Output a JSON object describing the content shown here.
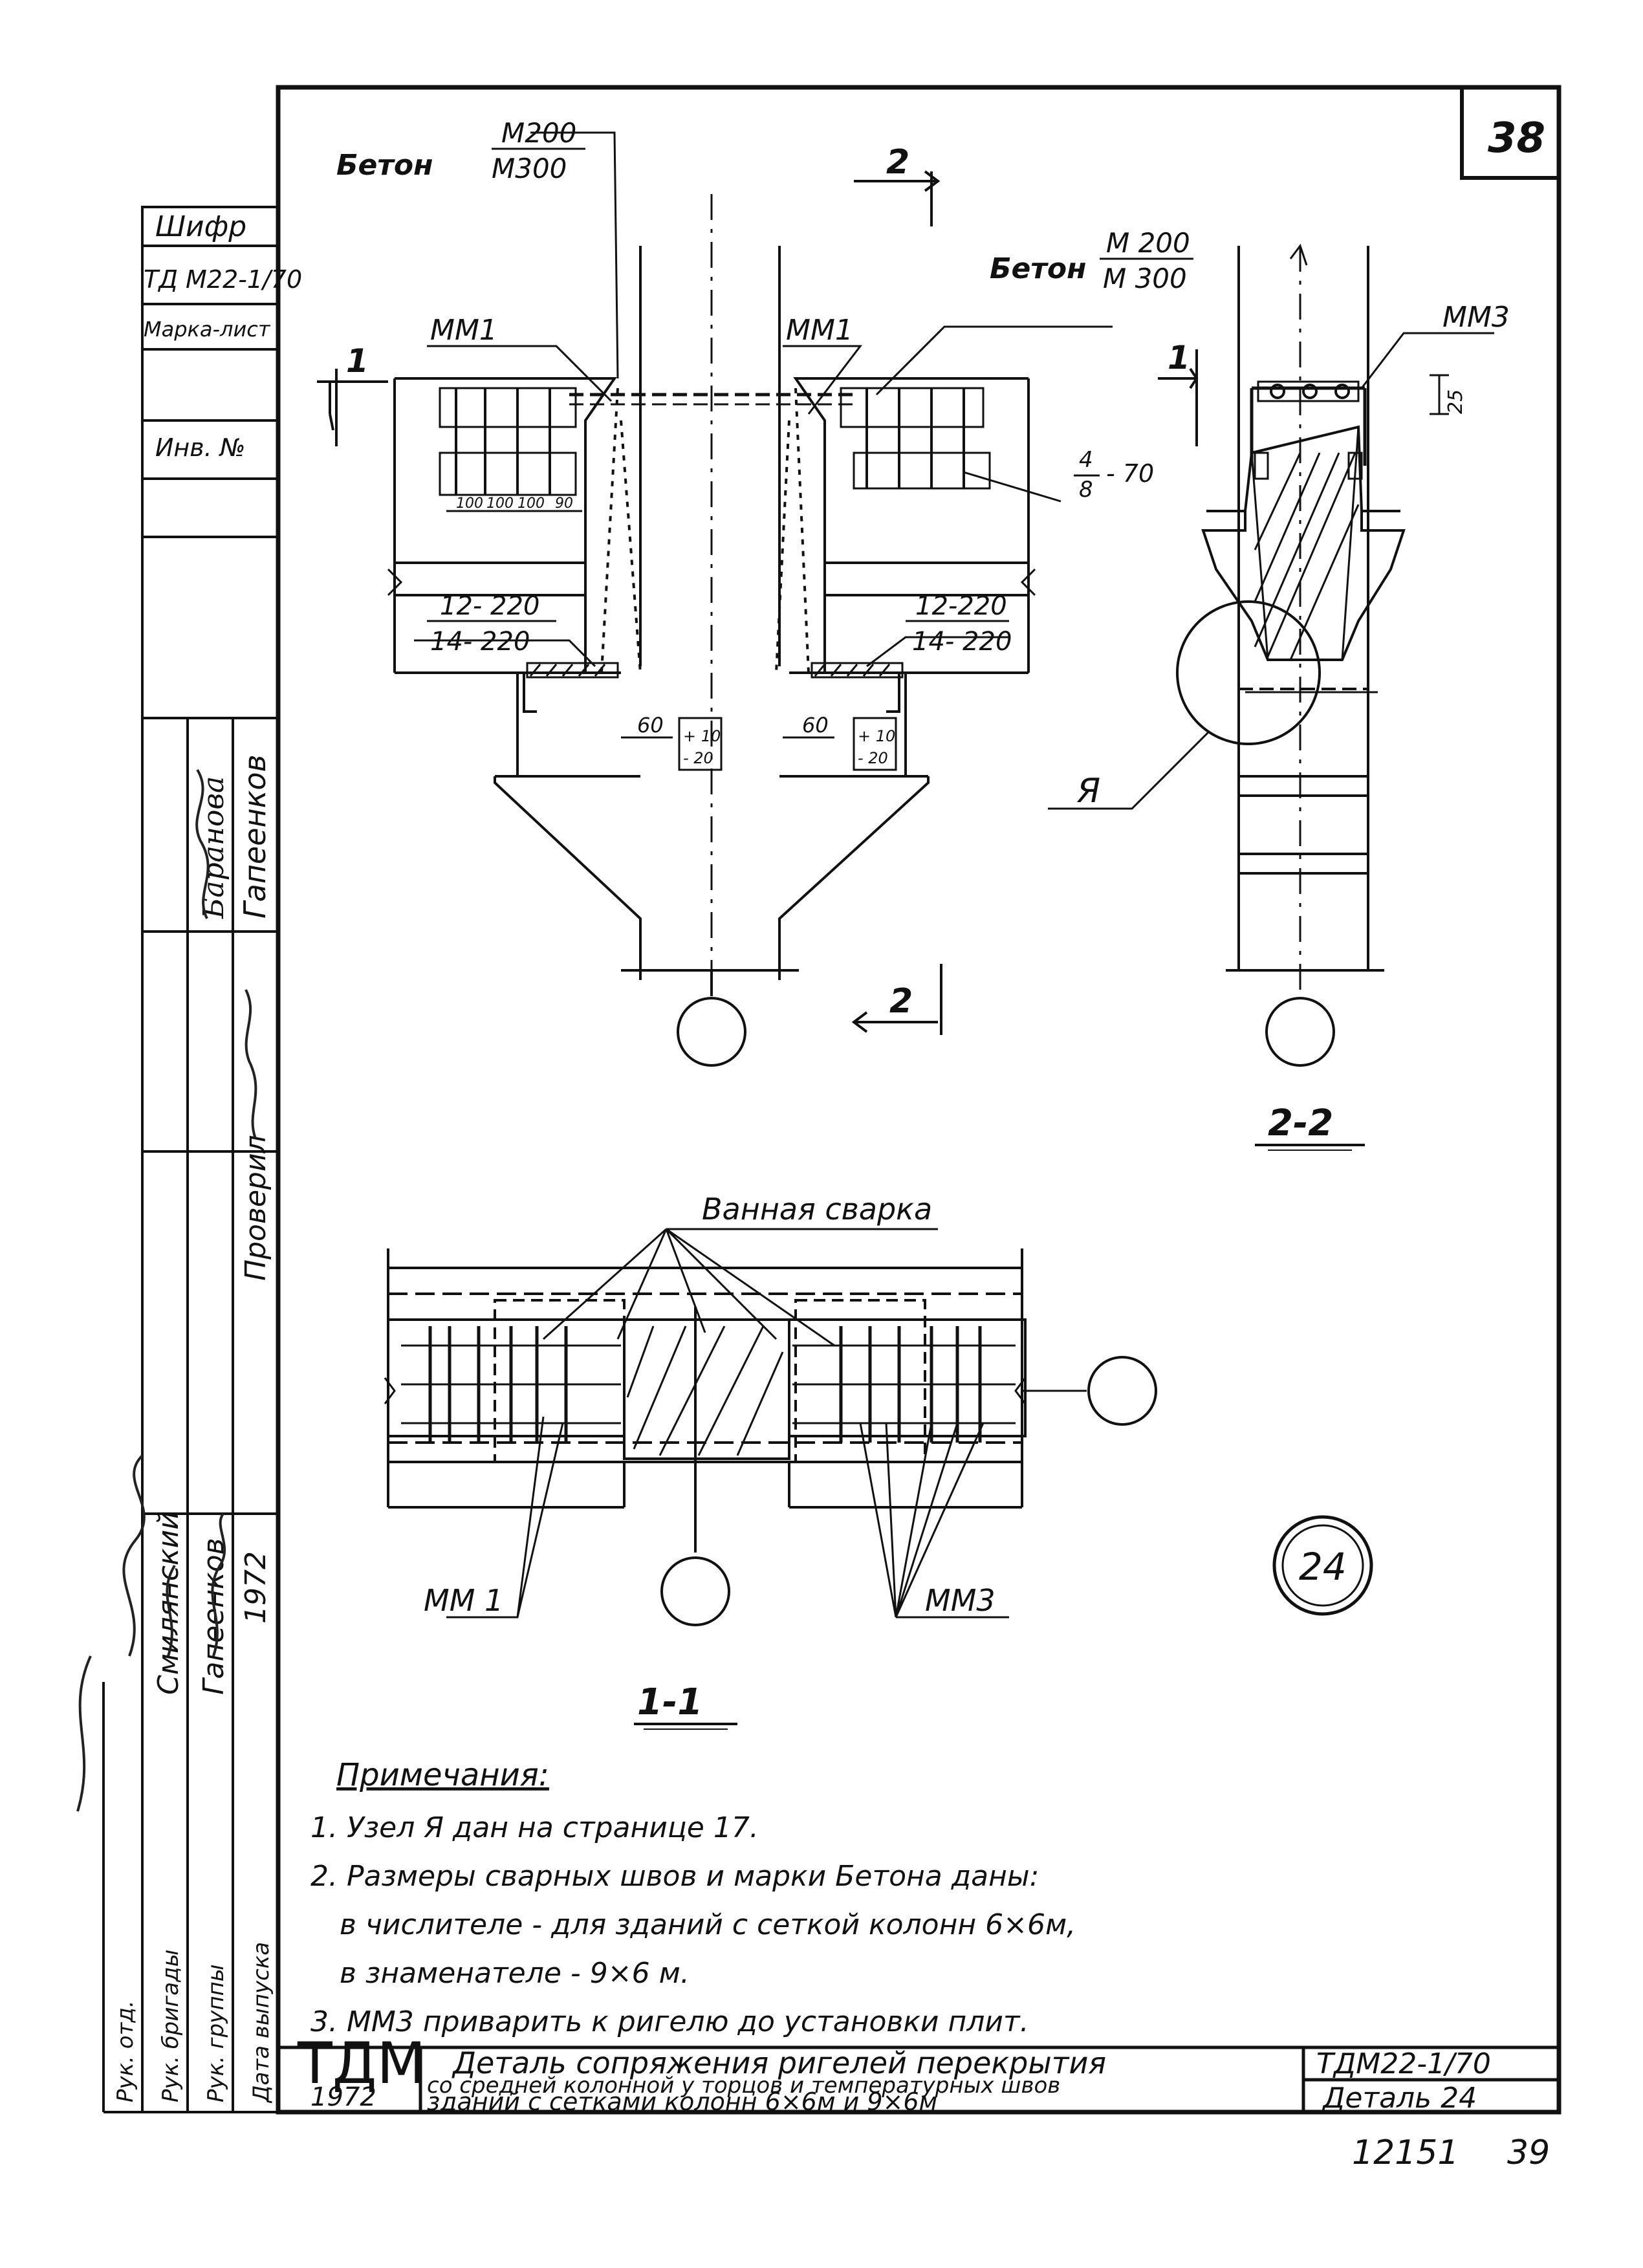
{
  "sheet": {
    "page_number": "38",
    "bottom_codes": {
      "left": "12151",
      "right": "39"
    }
  },
  "side_stamp": {
    "cipher_label": "Шифр",
    "cipher_value": "ТД М22-1/70",
    "mark_sheet_label": "Марка-лист",
    "inv_label": "Инв. №",
    "names": [
      "Баранова",
      "Гапеенков"
    ],
    "roles": [
      "Проверил",
      "Смилянский",
      "Гапеенков",
      "1972"
    ],
    "row_labels": [
      "Рук. отд.",
      "Рук. бригады",
      "Рук. группы",
      "Дата выпуска"
    ]
  },
  "view_main": {
    "beton_left_label": "Бетон",
    "beton_left_num": "M200",
    "beton_left_den": "M300",
    "beton_right_label": "Бетон",
    "beton_right_num": "M 200",
    "beton_right_den": "M 300",
    "mm1_left": "MM1",
    "mm1_right": "MM1",
    "weld_left_num": "12- 220",
    "weld_left_den": "14- 220",
    "weld_right_num": "12-220",
    "weld_right_den": "14- 220",
    "weld_right_frac_num": "4",
    "weld_right_frac_den": "8",
    "weld_right_len": "- 70",
    "dims_left": [
      "100",
      "100",
      "100",
      "90"
    ],
    "dim_60_left": "60",
    "dim_60_right": "60",
    "level_left": [
      "+ 10",
      "- 20"
    ],
    "level_right": [
      "+ 10",
      "- 20"
    ],
    "section_top": "2",
    "section_bottom": "2",
    "section_marker_left": "1"
  },
  "view_section22": {
    "mm3": "MM3",
    "dim_25": "25",
    "node_label": "Я",
    "section_marker": "1",
    "caption": "2-2"
  },
  "view_plan": {
    "bath_weld": "Ванная сварка",
    "mm1": "MM 1",
    "mm3": "MM3",
    "caption": "1-1"
  },
  "detail_badge": "24",
  "notes": {
    "title": "Примечания:",
    "items": [
      "1. Узел Я дан на  странице 17.",
      "2. Размеры сварных  швов  и марки  Бетона  даны:",
      "в числителе - для  зданий  с  сеткой  колонн  6×6м,",
      "в  знаменателе  -  9×6 м.",
      "3. ММ3  приварить  к ригелю  до  установки  плит."
    ]
  },
  "title_block": {
    "logo": "ТДМ",
    "year": "1972",
    "title_lines": [
      "Деталь сопряжения ригелей перекрытия",
      "со средней колонной у торцов и температурных швов",
      "зданий с сетками колонн 6×6м  и  9×6м"
    ],
    "doc_code": "ТДМ22-1/70",
    "detail": "Деталь 24"
  }
}
